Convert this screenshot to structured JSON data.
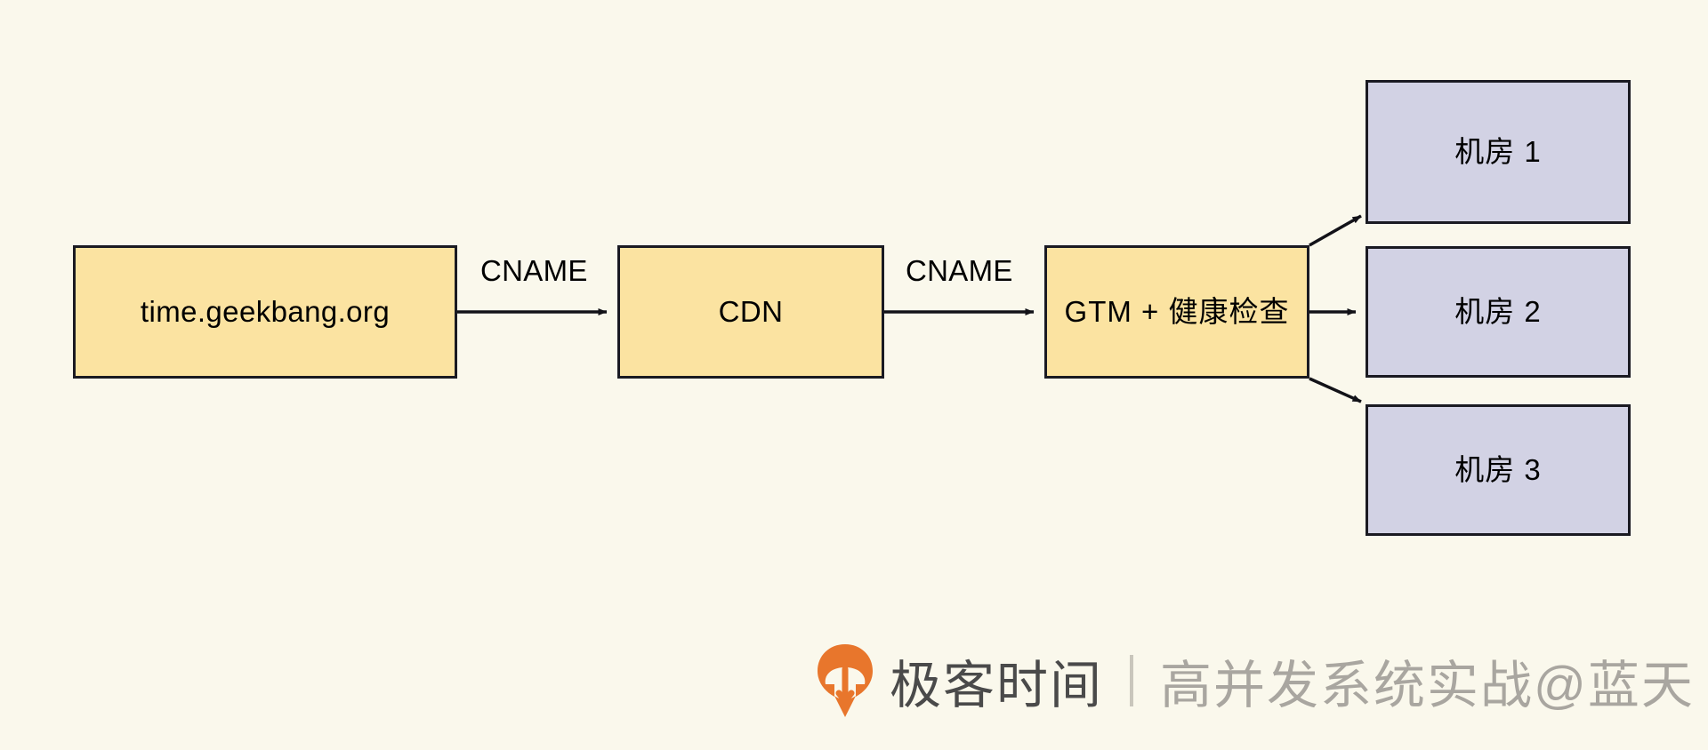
{
  "diagram": {
    "background_color": "#FAF8EC",
    "node_fill_yellow": "#FBE3A1",
    "node_fill_lavender": "#D2D2E4",
    "node_border_color": "#1A1A22",
    "nodes": [
      {
        "id": "origin",
        "label": "time.geekbang.org",
        "type": "yellow"
      },
      {
        "id": "cdn",
        "label": "CDN",
        "type": "yellow"
      },
      {
        "id": "gtm",
        "label": "GTM + 健康检查",
        "type": "yellow"
      },
      {
        "id": "idc1",
        "label": "机房 1",
        "type": "lavender"
      },
      {
        "id": "idc2",
        "label": "机房 2",
        "type": "lavender"
      },
      {
        "id": "idc3",
        "label": "机房 3",
        "type": "lavender"
      }
    ],
    "edges": [
      {
        "from": "origin",
        "to": "cdn",
        "label": "CNAME"
      },
      {
        "from": "cdn",
        "to": "gtm",
        "label": "CNAME"
      },
      {
        "from": "gtm",
        "to": "idc1",
        "label": ""
      },
      {
        "from": "gtm",
        "to": "idc2",
        "label": ""
      },
      {
        "from": "gtm",
        "to": "idc3",
        "label": ""
      }
    ]
  },
  "watermark": {
    "logo_icon": "geekbang-logo-icon",
    "logo_color": "#E8762C",
    "brand": "极客时间",
    "divider": "|",
    "course": "高并发系统实战@蓝天",
    "brand_color": "#4A4A4A",
    "course_color": "#A9A6A0"
  }
}
